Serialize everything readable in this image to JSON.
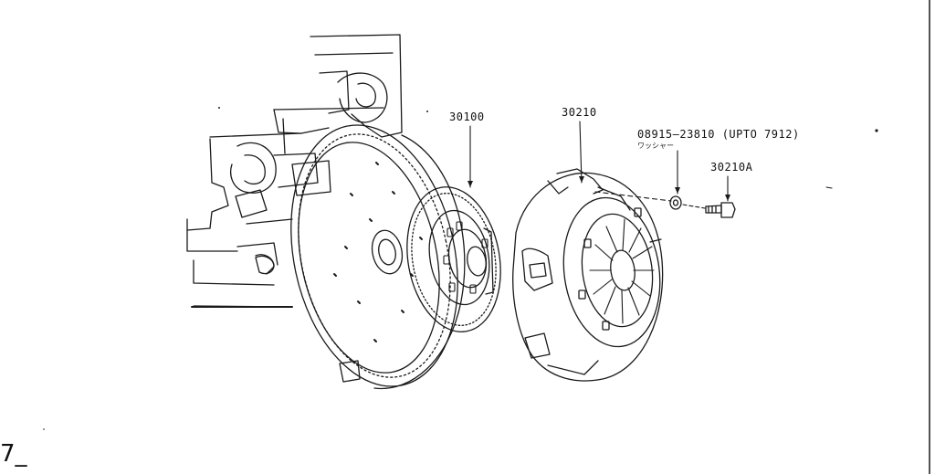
{
  "callouts": {
    "disc": "30100",
    "cover": "30210",
    "washer_part": "08915—23810 (UPTO 7912)",
    "washer_sub": "ワッシャー",
    "bolt": "30210A"
  },
  "page_mark": "7_"
}
